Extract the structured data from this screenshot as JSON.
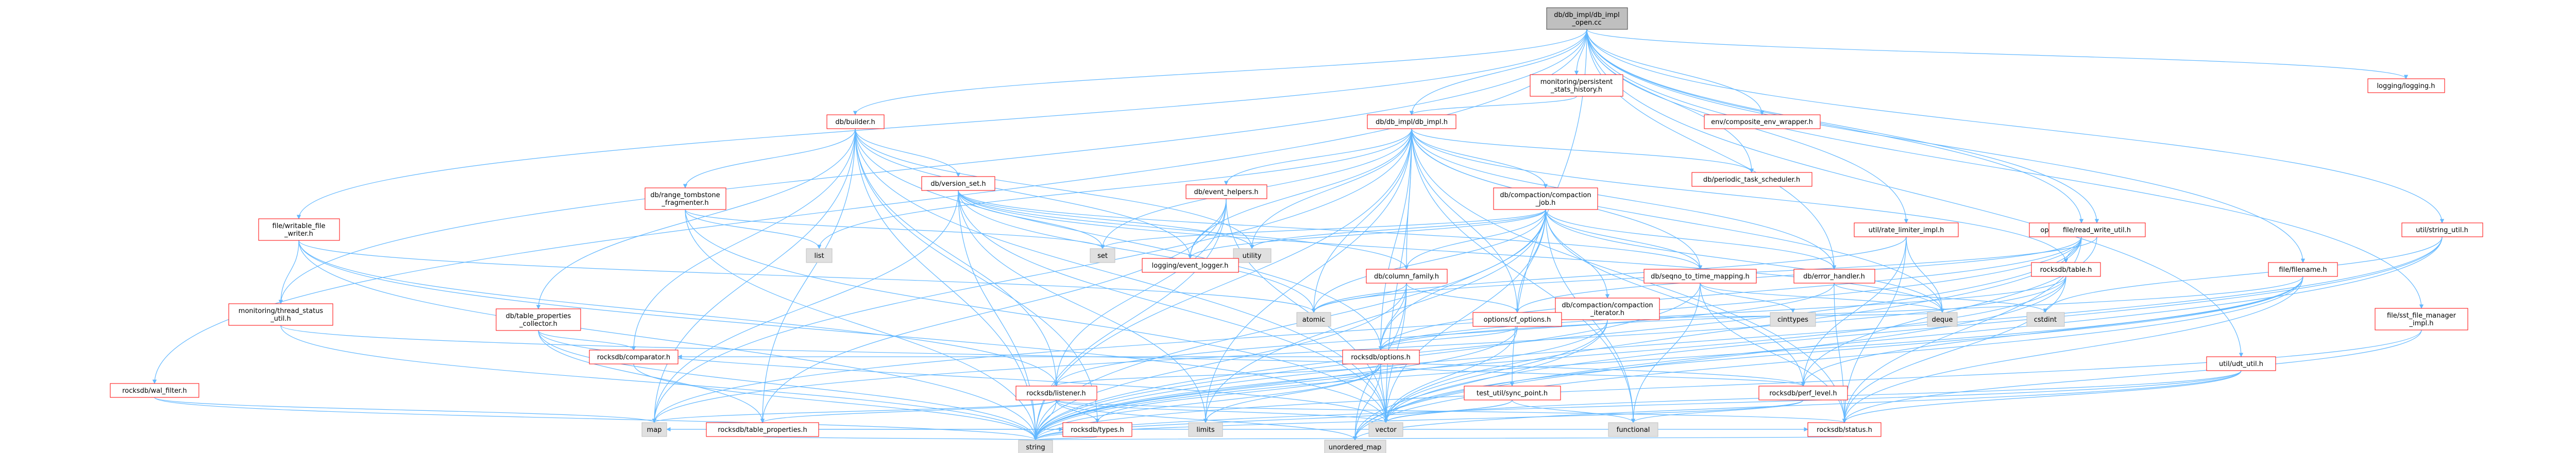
{
  "colors": {
    "edge": "#63b8ff",
    "root_fill": "#bfbfbf",
    "root_stroke": "#404040",
    "red_stroke": "#ff0000",
    "gray_stroke": "#bfbfbf",
    "gray_fill": "#e0e0e0",
    "node_fill": "#ffffff",
    "text": "#000000"
  },
  "nodes": [
    {
      "id": "root",
      "lines": [
        "db/db_impl/db_impl",
        "_open.cc"
      ],
      "kind": "root"
    },
    {
      "id": "db_builder",
      "lines": [
        "db/builder.h"
      ],
      "kind": "red"
    },
    {
      "id": "db_impl",
      "lines": [
        "db/db_impl/db_impl.h"
      ],
      "kind": "red"
    },
    {
      "id": "persistent_stats",
      "lines": [
        "monitoring/persistent",
        "_stats_history.h"
      ],
      "kind": "red"
    },
    {
      "id": "composite_env",
      "lines": [
        "env/composite_env_wrapper.h"
      ],
      "kind": "red"
    },
    {
      "id": "logging",
      "lines": [
        "logging/logging.h"
      ],
      "kind": "red"
    },
    {
      "id": "options_helper",
      "lines": [
        "options/options_helper.h"
      ],
      "kind": "red"
    },
    {
      "id": "string_util",
      "lines": [
        "util/string_util.h"
      ],
      "kind": "red"
    },
    {
      "id": "periodic_task",
      "lines": [
        "db/periodic_task_scheduler.h"
      ],
      "kind": "red"
    },
    {
      "id": "writable_file",
      "lines": [
        "file/writable_file",
        "_writer.h"
      ],
      "kind": "red"
    },
    {
      "id": "thread_status",
      "lines": [
        "monitoring/thread_status",
        "_util.h"
      ],
      "kind": "red"
    },
    {
      "id": "wal_filter",
      "lines": [
        "rocksdb/wal_filter.h"
      ],
      "kind": "red"
    },
    {
      "id": "range_tombstone",
      "lines": [
        "db/range_tombstone",
        "_fragmenter.h"
      ],
      "kind": "red"
    },
    {
      "id": "version_set",
      "lines": [
        "db/version_set.h"
      ],
      "kind": "red"
    },
    {
      "id": "event_helpers",
      "lines": [
        "db/event_helpers.h"
      ],
      "kind": "red"
    },
    {
      "id": "compaction_job",
      "lines": [
        "db/compaction/compaction",
        "_job.h"
      ],
      "kind": "red"
    },
    {
      "id": "read_write_util",
      "lines": [
        "file/read_write_util.h"
      ],
      "kind": "red"
    },
    {
      "id": "rate_limiter",
      "lines": [
        "util/rate_limiter_impl.h"
      ],
      "kind": "red"
    },
    {
      "id": "filename",
      "lines": [
        "file/filename.h"
      ],
      "kind": "red"
    },
    {
      "id": "sst_file_manager",
      "lines": [
        "file/sst_file_manager",
        "_impl.h"
      ],
      "kind": "red"
    },
    {
      "id": "udt_util",
      "lines": [
        "util/udt_util.h"
      ],
      "kind": "red"
    },
    {
      "id": "table_properties_collector",
      "lines": [
        "db/table_properties",
        "_collector.h"
      ],
      "kind": "red"
    },
    {
      "id": "list",
      "lines": [
        "list"
      ],
      "kind": "gray"
    },
    {
      "id": "set",
      "lines": [
        "set"
      ],
      "kind": "gray"
    },
    {
      "id": "utility",
      "lines": [
        "utility"
      ],
      "kind": "gray"
    },
    {
      "id": "event_logger",
      "lines": [
        "logging/event_logger.h"
      ],
      "kind": "red"
    },
    {
      "id": "column_family",
      "lines": [
        "db/column_family.h"
      ],
      "kind": "red"
    },
    {
      "id": "seqno_to_time",
      "lines": [
        "db/seqno_to_time_mapping.h"
      ],
      "kind": "red"
    },
    {
      "id": "compaction_iterator",
      "lines": [
        "db/compaction/compaction",
        "_iterator.h"
      ],
      "kind": "red"
    },
    {
      "id": "error_handler",
      "lines": [
        "db/error_handler.h"
      ],
      "kind": "red"
    },
    {
      "id": "rocksdb_table",
      "lines": [
        "rocksdb/table.h"
      ],
      "kind": "red"
    },
    {
      "id": "atomic",
      "lines": [
        "atomic"
      ],
      "kind": "gray"
    },
    {
      "id": "cf_options",
      "lines": [
        "options/cf_options.h"
      ],
      "kind": "red"
    },
    {
      "id": "deque",
      "lines": [
        "deque"
      ],
      "kind": "gray"
    },
    {
      "id": "cinttypes",
      "lines": [
        "cinttypes"
      ],
      "kind": "gray"
    },
    {
      "id": "cstdint",
      "lines": [
        "cstdint"
      ],
      "kind": "gray"
    },
    {
      "id": "rocksdb_options",
      "lines": [
        "rocksdb/options.h"
      ],
      "kind": "red"
    },
    {
      "id": "rocksdb_comparator",
      "lines": [
        "rocksdb/comparator.h"
      ],
      "kind": "red"
    },
    {
      "id": "sync_point",
      "lines": [
        "test_util/sync_point.h"
      ],
      "kind": "red"
    },
    {
      "id": "rocksdb_listener",
      "lines": [
        "rocksdb/listener.h"
      ],
      "kind": "red"
    },
    {
      "id": "rocksdb_perf_level",
      "lines": [
        "rocksdb/perf_level.h"
      ],
      "kind": "red"
    },
    {
      "id": "limits",
      "lines": [
        "limits"
      ],
      "kind": "gray"
    },
    {
      "id": "vector",
      "lines": [
        "vector"
      ],
      "kind": "gray"
    },
    {
      "id": "functional",
      "lines": [
        "functional"
      ],
      "kind": "gray"
    },
    {
      "id": "table_properties",
      "lines": [
        "rocksdb/table_properties.h"
      ],
      "kind": "red"
    },
    {
      "id": "map",
      "lines": [
        "map"
      ],
      "kind": "gray"
    },
    {
      "id": "rocksdb_types",
      "lines": [
        "rocksdb/types.h"
      ],
      "kind": "red"
    },
    {
      "id": "rocksdb_status",
      "lines": [
        "rocksdb/status.h"
      ],
      "kind": "red"
    },
    {
      "id": "string",
      "lines": [
        "string"
      ],
      "kind": "gray"
    },
    {
      "id": "unordered_map",
      "lines": [
        "unordered_map"
      ],
      "kind": "gray"
    }
  ],
  "edges": [
    [
      "root",
      "db_builder"
    ],
    [
      "root",
      "db_impl"
    ],
    [
      "root",
      "persistent_stats"
    ],
    [
      "root",
      "composite_env"
    ],
    [
      "root",
      "logging"
    ],
    [
      "root",
      "options_helper"
    ],
    [
      "root",
      "string_util"
    ],
    [
      "root",
      "periodic_task"
    ],
    [
      "root",
      "writable_file"
    ],
    [
      "root",
      "thread_status"
    ],
    [
      "root",
      "wal_filter"
    ],
    [
      "root",
      "rate_limiter"
    ],
    [
      "root",
      "read_write_util"
    ],
    [
      "root",
      "filename"
    ],
    [
      "root",
      "sst_file_manager"
    ],
    [
      "root",
      "udt_util"
    ],
    [
      "root",
      "error_handler"
    ],
    [
      "root",
      "sync_point"
    ],
    [
      "persistent_stats",
      "db_impl"
    ],
    [
      "db_builder",
      "range_tombstone"
    ],
    [
      "db_builder",
      "version_set"
    ],
    [
      "db_builder",
      "event_logger"
    ],
    [
      "db_builder",
      "table_properties_collector"
    ],
    [
      "db_builder",
      "rocksdb_comparator"
    ],
    [
      "db_builder",
      "rocksdb_listener"
    ],
    [
      "db_builder",
      "rocksdb_options"
    ],
    [
      "db_builder",
      "table_properties"
    ],
    [
      "db_builder",
      "rocksdb_types"
    ],
    [
      "db_builder",
      "string"
    ],
    [
      "db_builder",
      "vector"
    ],
    [
      "db_builder",
      "utility"
    ],
    [
      "db_builder",
      "map"
    ],
    [
      "db_impl",
      "event_helpers"
    ],
    [
      "db_impl",
      "compaction_job"
    ],
    [
      "db_impl",
      "column_family"
    ],
    [
      "db_impl",
      "seqno_to_time"
    ],
    [
      "db_impl",
      "error_handler"
    ],
    [
      "db_impl",
      "periodic_task"
    ],
    [
      "db_impl",
      "event_logger"
    ],
    [
      "db_impl",
      "atomic"
    ],
    [
      "db_impl",
      "deque"
    ],
    [
      "db_impl",
      "set"
    ],
    [
      "db_impl",
      "utility"
    ],
    [
      "db_impl",
      "vector"
    ],
    [
      "db_impl",
      "functional"
    ],
    [
      "db_impl",
      "limits"
    ],
    [
      "db_impl",
      "map"
    ],
    [
      "db_impl",
      "string"
    ],
    [
      "db_impl",
      "list"
    ],
    [
      "db_impl",
      "rocksdb_status"
    ],
    [
      "db_impl",
      "rocksdb_table"
    ],
    [
      "db_impl",
      "rocksdb_options"
    ],
    [
      "db_impl",
      "cf_options"
    ],
    [
      "range_tombstone",
      "list"
    ],
    [
      "range_tombstone",
      "set"
    ],
    [
      "range_tombstone",
      "string"
    ],
    [
      "range_tombstone",
      "vector"
    ],
    [
      "version_set",
      "column_family"
    ],
    [
      "version_set",
      "set"
    ],
    [
      "version_set",
      "utility"
    ],
    [
      "version_set",
      "atomic"
    ],
    [
      "version_set",
      "deque"
    ],
    [
      "version_set",
      "string"
    ],
    [
      "version_set",
      "vector"
    ],
    [
      "version_set",
      "limits"
    ],
    [
      "version_set",
      "map"
    ],
    [
      "version_set",
      "seqno_to_time"
    ],
    [
      "event_helpers",
      "event_logger"
    ],
    [
      "event_helpers",
      "rocksdb_listener"
    ],
    [
      "event_helpers",
      "table_properties"
    ],
    [
      "event_helpers",
      "string"
    ],
    [
      "event_helpers",
      "vector"
    ],
    [
      "compaction_job",
      "compaction_iterator"
    ],
    [
      "compaction_job",
      "column_family"
    ],
    [
      "compaction_job",
      "seqno_to_time"
    ],
    [
      "compaction_job",
      "error_handler"
    ],
    [
      "compaction_job",
      "event_logger"
    ],
    [
      "compaction_job",
      "atomic"
    ],
    [
      "compaction_job",
      "deque"
    ],
    [
      "compaction_job",
      "functional"
    ],
    [
      "compaction_job",
      "limits"
    ],
    [
      "compaction_job",
      "set"
    ],
    [
      "compaction_job",
      "utility"
    ],
    [
      "compaction_job",
      "vector"
    ],
    [
      "compaction_job",
      "string"
    ],
    [
      "compaction_job",
      "cf_options"
    ],
    [
      "compaction_job",
      "rocksdb_perf_level"
    ],
    [
      "compaction_job",
      "rocksdb_options"
    ],
    [
      "column_family",
      "atomic"
    ],
    [
      "column_family",
      "string"
    ],
    [
      "column_family",
      "unordered_map"
    ],
    [
      "column_family",
      "vector"
    ],
    [
      "column_family",
      "cf_options"
    ],
    [
      "column_family",
      "rocksdb_options"
    ],
    [
      "seqno_to_time",
      "deque"
    ],
    [
      "seqno_to_time",
      "functional"
    ],
    [
      "seqno_to_time",
      "string"
    ],
    [
      "seqno_to_time",
      "rocksdb_status"
    ],
    [
      "seqno_to_time",
      "cinttypes"
    ],
    [
      "compaction_iterator",
      "deque"
    ],
    [
      "compaction_iterator",
      "string"
    ],
    [
      "compaction_iterator",
      "vector"
    ],
    [
      "compaction_iterator",
      "unordered_map"
    ],
    [
      "error_handler",
      "rocksdb_status"
    ],
    [
      "error_handler",
      "cstdint"
    ],
    [
      "error_handler",
      "rocksdb_listener"
    ],
    [
      "cf_options",
      "rocksdb_options"
    ],
    [
      "cf_options",
      "vector"
    ],
    [
      "cf_options",
      "string"
    ],
    [
      "rocksdb_options",
      "rocksdb_comparator"
    ],
    [
      "rocksdb_options",
      "rocksdb_listener"
    ],
    [
      "rocksdb_options",
      "limits"
    ],
    [
      "rocksdb_options",
      "vector"
    ],
    [
      "rocksdb_options",
      "string"
    ],
    [
      "rocksdb_options",
      "unordered_map"
    ],
    [
      "rocksdb_options",
      "rocksdb_types"
    ],
    [
      "rocksdb_options",
      "rocksdb_perf_level"
    ],
    [
      "rocksdb_listener",
      "rocksdb_status"
    ],
    [
      "rocksdb_listener",
      "rocksdb_types"
    ],
    [
      "rocksdb_listener",
      "table_properties"
    ],
    [
      "rocksdb_listener",
      "string"
    ],
    [
      "rocksdb_listener",
      "vector"
    ],
    [
      "rocksdb_listener",
      "unordered_map"
    ],
    [
      "rocksdb_listener",
      "map"
    ],
    [
      "table_properties",
      "map"
    ],
    [
      "table_properties",
      "string"
    ],
    [
      "table_properties",
      "rocksdb_status"
    ],
    [
      "table_properties",
      "rocksdb_types"
    ],
    [
      "table_properties_collector",
      "table_properties"
    ],
    [
      "table_properties_collector",
      "rocksdb_comparator"
    ],
    [
      "table_properties_collector",
      "vector"
    ],
    [
      "table_properties_collector",
      "string"
    ],
    [
      "rocksdb_comparator",
      "string"
    ],
    [
      "rocksdb_perf_level",
      "string"
    ],
    [
      "rocksdb_perf_level",
      "functional"
    ],
    [
      "rocksdb_status",
      "string"
    ],
    [
      "rocksdb_types",
      "string"
    ],
    [
      "sync_point",
      "vector"
    ],
    [
      "sync_point",
      "functional"
    ],
    [
      "sync_point",
      "string"
    ],
    [
      "rocksdb_table",
      "rocksdb_options"
    ],
    [
      "rocksdb_table",
      "rocksdb_status"
    ],
    [
      "rocksdb_table",
      "string"
    ],
    [
      "rocksdb_table",
      "unordered_map"
    ],
    [
      "rocksdb_table",
      "map"
    ],
    [
      "options_helper",
      "rocksdb_table"
    ],
    [
      "options_helper",
      "rocksdb_options"
    ],
    [
      "options_helper",
      "rocksdb_status"
    ],
    [
      "options_helper",
      "vector"
    ],
    [
      "options_helper",
      "map"
    ],
    [
      "options_helper",
      "string"
    ],
    [
      "options_helper",
      "cf_options"
    ],
    [
      "string_util",
      "string"
    ],
    [
      "string_util",
      "vector"
    ],
    [
      "string_util",
      "unordered_map"
    ],
    [
      "string_util",
      "cstdint"
    ],
    [
      "writable_file",
      "string"
    ],
    [
      "writable_file",
      "vector"
    ],
    [
      "writable_file",
      "rocksdb_listener"
    ],
    [
      "writable_file",
      "atomic"
    ],
    [
      "writable_file",
      "thread_status"
    ],
    [
      "thread_status",
      "rocksdb_perf_level"
    ],
    [
      "thread_status",
      "string"
    ],
    [
      "wal_filter",
      "map"
    ],
    [
      "wal_filter",
      "string"
    ],
    [
      "read_write_util",
      "atomic"
    ],
    [
      "read_write_util",
      "rocksdb_perf_level"
    ],
    [
      "rate_limiter",
      "atomic"
    ],
    [
      "rate_limiter",
      "deque"
    ],
    [
      "rate_limiter",
      "rocksdb_status"
    ],
    [
      "rate_limiter",
      "rocksdb_perf_level"
    ],
    [
      "filename",
      "rocksdb_options"
    ],
    [
      "filename",
      "rocksdb_status"
    ],
    [
      "filename",
      "string"
    ],
    [
      "filename",
      "unordered_map"
    ],
    [
      "filename",
      "vector"
    ],
    [
      "filename",
      "rocksdb_perf_level"
    ],
    [
      "sst_file_manager",
      "string"
    ],
    [
      "sst_file_manager",
      "rocksdb_status"
    ],
    [
      "udt_util",
      "rocksdb_status"
    ],
    [
      "udt_util",
      "string"
    ],
    [
      "udt_util",
      "vector"
    ],
    [
      "udt_util",
      "unordered_map"
    ]
  ]
}
